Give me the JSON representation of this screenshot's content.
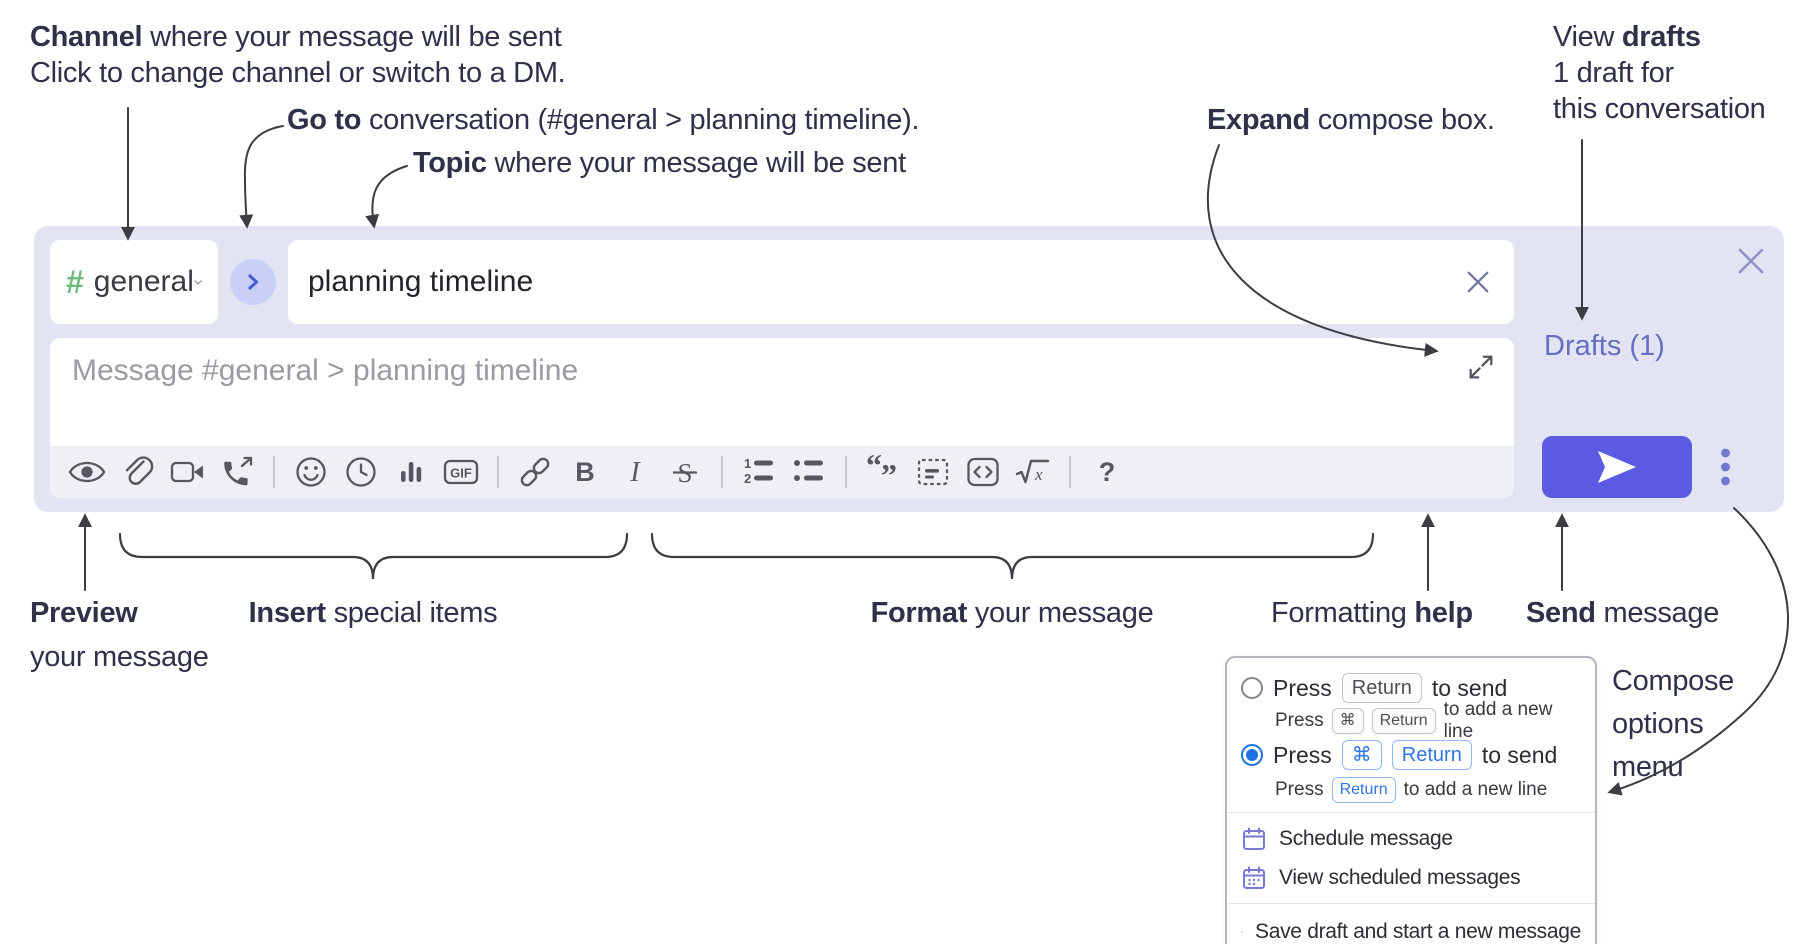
{
  "annotations": {
    "channel": {
      "bold": "Channel",
      "rest": " where your message will be sent",
      "line2": "Click to change channel or switch to a DM."
    },
    "go_to": {
      "bold": "Go to",
      "rest": " conversation (#general > planning timeline)."
    },
    "topic": {
      "bold": "Topic",
      "rest": " where your message will be sent"
    },
    "expand": {
      "bold": "Expand",
      "rest": " compose box."
    },
    "view_drafts": {
      "pre": "View ",
      "bold": "drafts",
      "line2": "1 draft for",
      "line3": "this conversation"
    },
    "preview": {
      "bold": "Preview",
      "line2": "your message"
    },
    "insert": {
      "bold": "Insert",
      "rest": " special items"
    },
    "format": {
      "bold": "Format",
      "rest": " your message"
    },
    "formatting_help": {
      "pre": "Formatting ",
      "bold": "help"
    },
    "send": {
      "bold": "Send",
      "rest": " message"
    },
    "compose_options": {
      "line1": "Compose",
      "line2": "options",
      "line3": "menu"
    }
  },
  "compose": {
    "channel_hash": "#",
    "channel_name": "general",
    "topic_value": "planning timeline",
    "message_placeholder": "Message #general > planning timeline",
    "drafts_link": "Drafts (1)"
  },
  "toolbar": {
    "gif_label": "GIF",
    "bold_label": "B",
    "italic_label": "I",
    "strike_label": "S",
    "ol_1": "1",
    "ol_2": "2",
    "quote_open": "“",
    "quote_close": "”",
    "math_x": "x",
    "help_label": "?",
    "icons": [
      "preview",
      "attach-file",
      "video-call",
      "audio-call",
      "emoji",
      "global-time",
      "poll",
      "gif",
      "link",
      "bold",
      "italic",
      "strikethrough",
      "numbered-list",
      "bulleted-list",
      "quote",
      "spoiler",
      "code",
      "math",
      "help"
    ]
  },
  "popup": {
    "options": [
      {
        "press": "Press",
        "key1": "Return",
        "after": "to send",
        "sub_press": "Press",
        "sub_key1": "⌘",
        "sub_key2": "Return",
        "sub_after": "to add a new line",
        "selected": false
      },
      {
        "press": "Press",
        "key1": "⌘",
        "key2": "Return",
        "after": "to send",
        "sub_press": "Press",
        "sub_key1": "Return",
        "sub_after": "to add a new line",
        "selected": true
      }
    ],
    "menu_items": [
      "Schedule message",
      "View scheduled messages",
      "Save draft and start a new message"
    ]
  },
  "colors": {
    "compose_bg": "#e2e4f4",
    "send_button": "#5a5be2",
    "drafts_link": "#676dc0",
    "channel_hash_green": "#6cba7d",
    "go_button_bg": "#c9cff6",
    "go_button_chevron": "#4a5fd3",
    "accent_blue": "#2f74e0",
    "menu_icon_purple": "#767ad4",
    "annotation_ink": "#2e3148"
  }
}
